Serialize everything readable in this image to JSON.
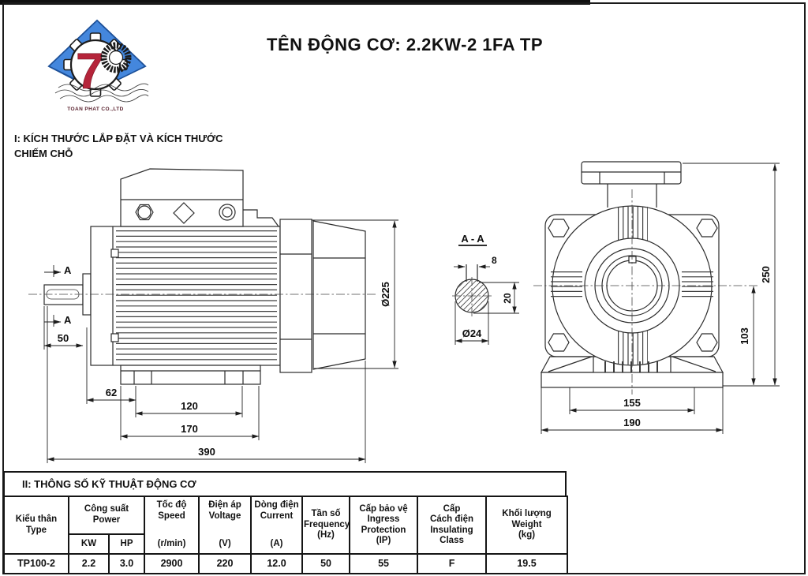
{
  "logo": {
    "company": "TOAN PHAT CO.,LTD",
    "monogram": "7"
  },
  "header": {
    "title": "TÊN ĐỘNG CƠ: 2.2KW-2 1FA TP"
  },
  "sections": {
    "s1": "I: KÍCH THƯỚC LẮP ĐẶT VÀ KÍCH THƯỚC\nCHIẾM CHỖ",
    "s2_title": "II: THÔNG SỐ KỸ THUẬT ĐỘNG CƠ"
  },
  "drawing": {
    "side": {
      "d50": "50",
      "d62": "62",
      "d120": "120",
      "d170": "170",
      "d390": "390",
      "dia": "Ø225",
      "marker": "A"
    },
    "aa": {
      "label": "A - A",
      "d8": "8",
      "d20": "20",
      "dia": "Ø24"
    },
    "front": {
      "d250": "250",
      "d103": "103",
      "d155": "155",
      "d190": "190"
    }
  },
  "table": {
    "col_type": "Kiểu thân\nType",
    "col_power": "Công suất\nPower",
    "col_kw": "KW",
    "col_hp": "HP",
    "col_speed_main": "Tốc độ\nSpeed",
    "col_speed_unit": "(r/min)",
    "col_voltage_main": "Điện áp\nVoltage",
    "col_voltage_unit": "(V)",
    "col_current_main": "Dòng điện\nCurrent",
    "col_current_unit": "(A)",
    "col_freq": "Tần số\nFrequency\n(Hz)",
    "col_ip": "Cấp bảo vệ\nIngress\nProtection\n(IP)",
    "col_class": "Cấp\nCách điện\nInsulating\nClass",
    "col_weight": "Khối lượng\nWeight\n(kg)",
    "row": {
      "type": "TP100-2",
      "kw": "2.2",
      "hp": "3.0",
      "speed": "2900",
      "voltage": "220",
      "current": "12.0",
      "freq": "50",
      "ip": "55",
      "insulation": "F",
      "weight": "19.5"
    }
  }
}
